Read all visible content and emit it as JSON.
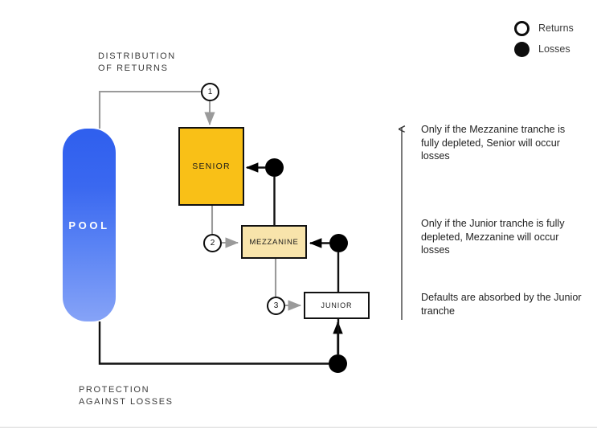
{
  "diagram": {
    "title_top": "DISTRIBUTION\nOF RETURNS",
    "title_bottom": "PROTECTION\nAGAINST LOSSES",
    "pool": {
      "label": "POOL",
      "color_top": "#2F5FEE",
      "color_bottom": "#86A3F7"
    },
    "tranches": [
      {
        "label": "SENIOR",
        "fill": "#F9C017",
        "border": "#111111"
      },
      {
        "label": "MEZZANINE",
        "fill": "#F8E4AB",
        "border": "#111111"
      },
      {
        "label": "JUNIOR",
        "fill": "#FFFFFF",
        "border": "#111111"
      }
    ],
    "steps": [
      {
        "number": "1"
      },
      {
        "number": "2"
      },
      {
        "number": "3"
      }
    ],
    "notes": [
      "Only if the Mezzanine tranche is fully depleted, Senior will occur losses",
      "Only if the Junior tranche is fully depleted, Mezzanine will occur losses",
      "Defaults are absorbed by the Junior tranche"
    ],
    "legend": {
      "items": [
        {
          "marker": "open-circle-icon",
          "label": "Returns"
        },
        {
          "marker": "filled-circle-icon",
          "label": "Losses"
        }
      ]
    },
    "colors": {
      "returns_flow": "#9a9a9a",
      "losses_flow": "#000000",
      "note_text": "#222222",
      "caption_text": "#3b3b3b"
    }
  }
}
